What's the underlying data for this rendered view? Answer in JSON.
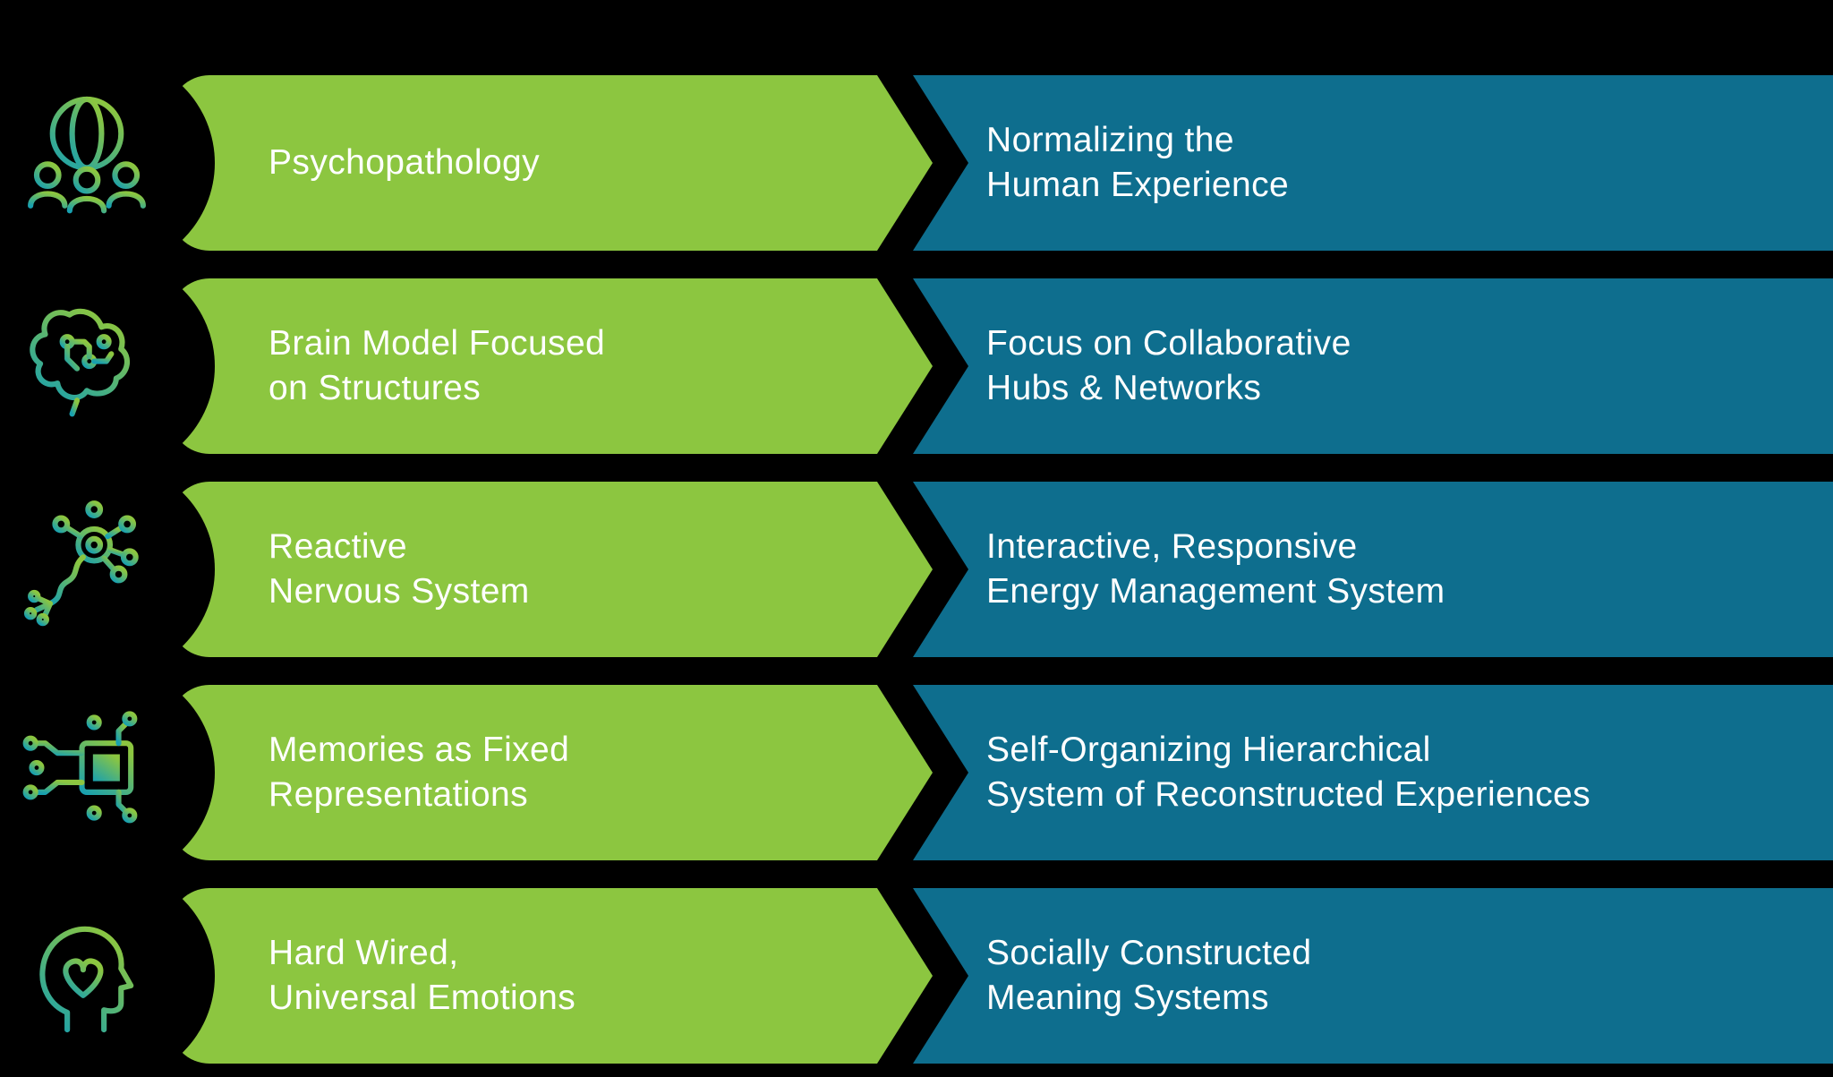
{
  "colors": {
    "background": "#000000",
    "old_banner": "#8cc640",
    "new_banner": "#0e6e8e",
    "text": "#ffffff",
    "icon_gradient_start": "#18a0b0",
    "icon_gradient_end": "#8cc640"
  },
  "rows": [
    {
      "icon": "globe-people-network-icon",
      "old": "Psychopathology",
      "new": "Normalizing the\nHuman Experience"
    },
    {
      "icon": "circuit-brain-icon",
      "old": "Brain Model Focused\non Structures",
      "new": "Focus on Collaborative\nHubs & Networks"
    },
    {
      "icon": "neuron-icon",
      "old": "Reactive\nNervous System",
      "new": "Interactive, Responsive\nEnergy Management System"
    },
    {
      "icon": "memory-chip-icon",
      "old": "Memories as Fixed\nRepresentations",
      "new": "Self-Organizing Hierarchical\nSystem of Reconstructed Experiences"
    },
    {
      "icon": "head-heart-icon",
      "old": "Hard Wired,\nUniversal Emotions",
      "new": "Socially Constructed\nMeaning Systems"
    }
  ]
}
